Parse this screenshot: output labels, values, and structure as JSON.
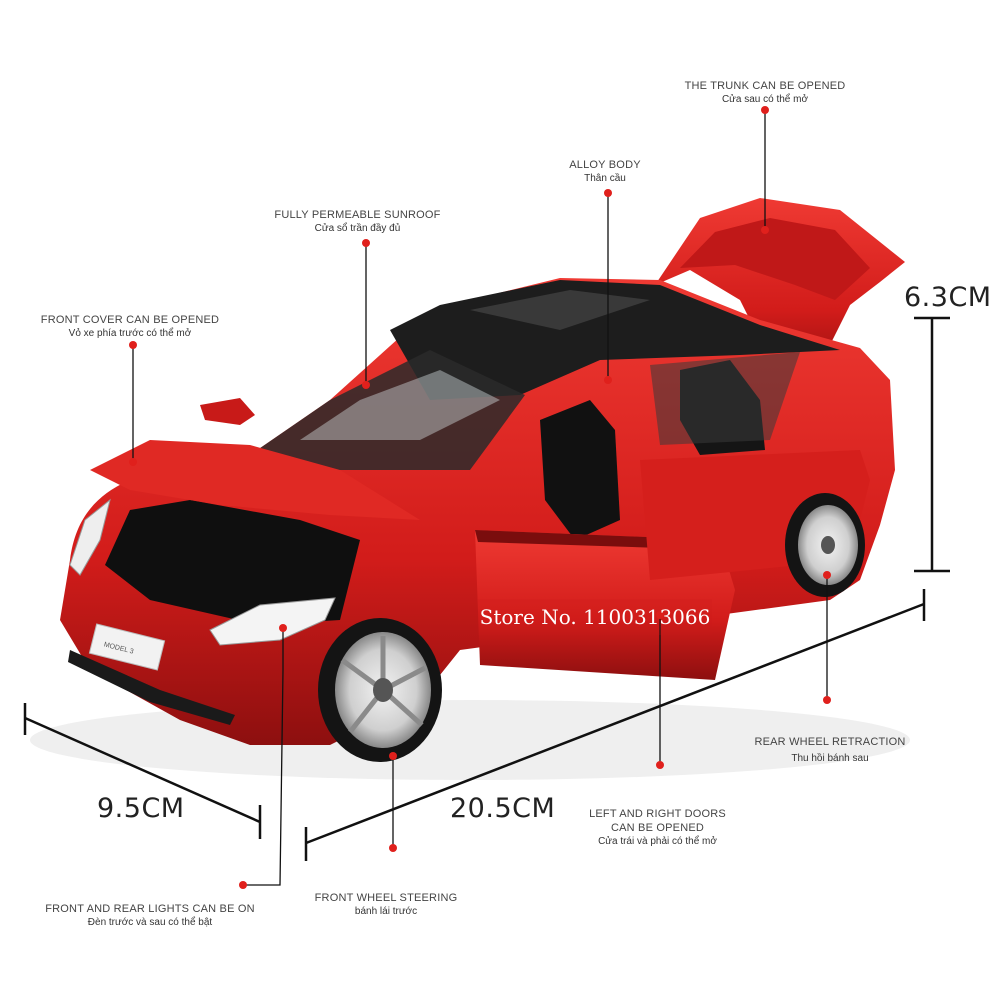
{
  "callouts": {
    "trunk": {
      "en": "THE TRUNK CAN BE OPENED",
      "vi": "Cửa sau có thể mở"
    },
    "alloy": {
      "en": "ALLOY BODY",
      "vi": "Thân cầu"
    },
    "sunroof": {
      "en": "FULLY PERMEABLE SUNROOF",
      "vi": "Cửa sổ trần đầy đủ"
    },
    "front_cover": {
      "en": "FRONT COVER CAN BE OPENED",
      "vi": "Vỏ xe phía trước có thể mở"
    },
    "rear_wheel": {
      "en": "REAR WHEEL RETRACTION",
      "vi": "Thu hồi bánh sau"
    },
    "doors": {
      "en_line1": "LEFT AND RIGHT DOORS",
      "en_line2": "CAN BE OPENED",
      "vi": "Cửa trái và phải có thể mở"
    },
    "front_wheel": {
      "en": "FRONT WHEEL STEERING",
      "vi": "bánh lái trước"
    },
    "lights": {
      "en": "FRONT AND REAR LIGHTS CAN BE ON",
      "vi": "Đèn trước và sau có thể bật"
    }
  },
  "dimensions": {
    "height": "6.3CM",
    "width": "9.5CM",
    "length": "20.5CM"
  },
  "watermark": "Store No. 1100313066",
  "badge": "MODEL 3",
  "colors": {
    "body": "#d8201e",
    "body_dark": "#9c1212",
    "dot": "#e0201c",
    "line": "#111111"
  }
}
